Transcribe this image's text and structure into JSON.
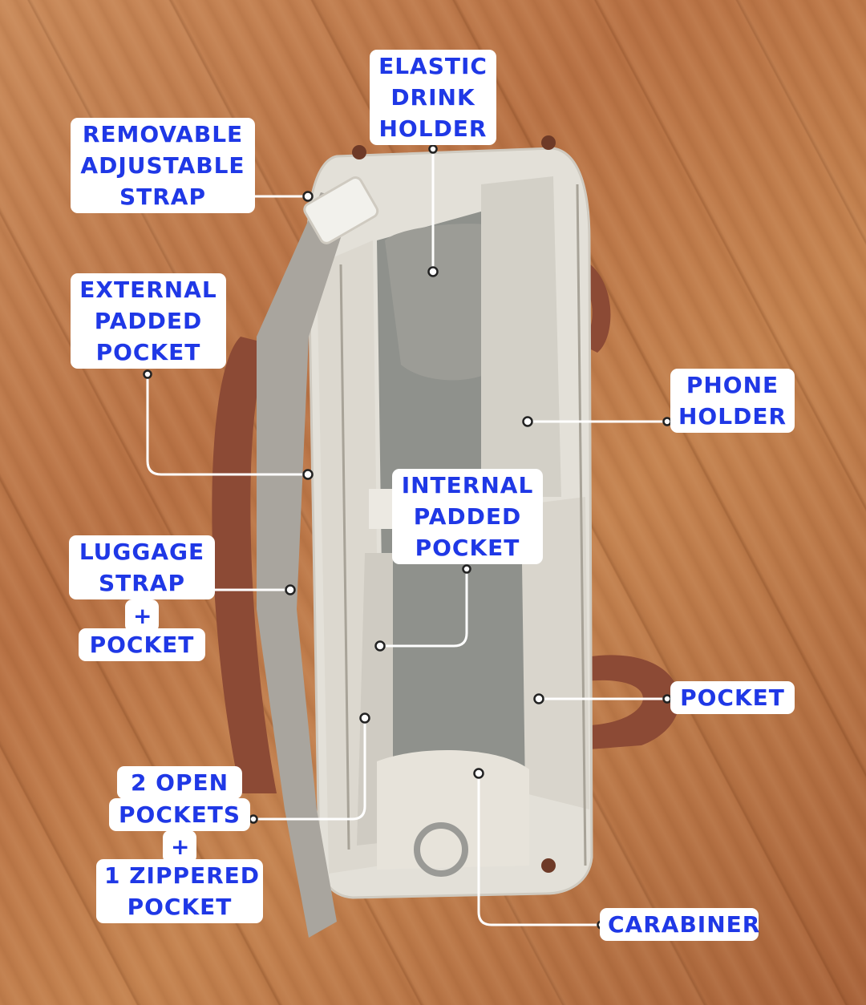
{
  "labels": {
    "elastic_drink_holder": [
      "ELASTIC",
      "DRINK",
      "HOLDER"
    ],
    "removable_adjustable_strap": [
      "REMOVABLE",
      "ADJUSTABLE",
      "STRAP"
    ],
    "external_padded_pocket": [
      "EXTERNAL",
      "PADDED",
      "POCKET"
    ],
    "phone_holder": [
      "PHONE",
      "HOLDER"
    ],
    "internal_padded_pocket": [
      "INTERNAL",
      "PADDED",
      "POCKET"
    ],
    "luggage_strap_pocket": [
      "LUGGAGE",
      "STRAP",
      "+",
      "POCKET"
    ],
    "pocket": [
      "POCKET"
    ],
    "open_zippered_pockets": [
      "2 OPEN",
      "POCKETS",
      "+",
      "1 ZIPPERED",
      "POCKET"
    ],
    "carabiner": [
      "CARABINER"
    ]
  },
  "colors": {
    "label_text": "#1f38e6",
    "label_bg": "#ffffff",
    "callout_line": "#ffffff",
    "floor": "#b87245",
    "bag_canvas": "#e3e0d8",
    "bag_interior": "#8f918c",
    "strap": "#a9a59e",
    "handle": "#8c4a35"
  }
}
